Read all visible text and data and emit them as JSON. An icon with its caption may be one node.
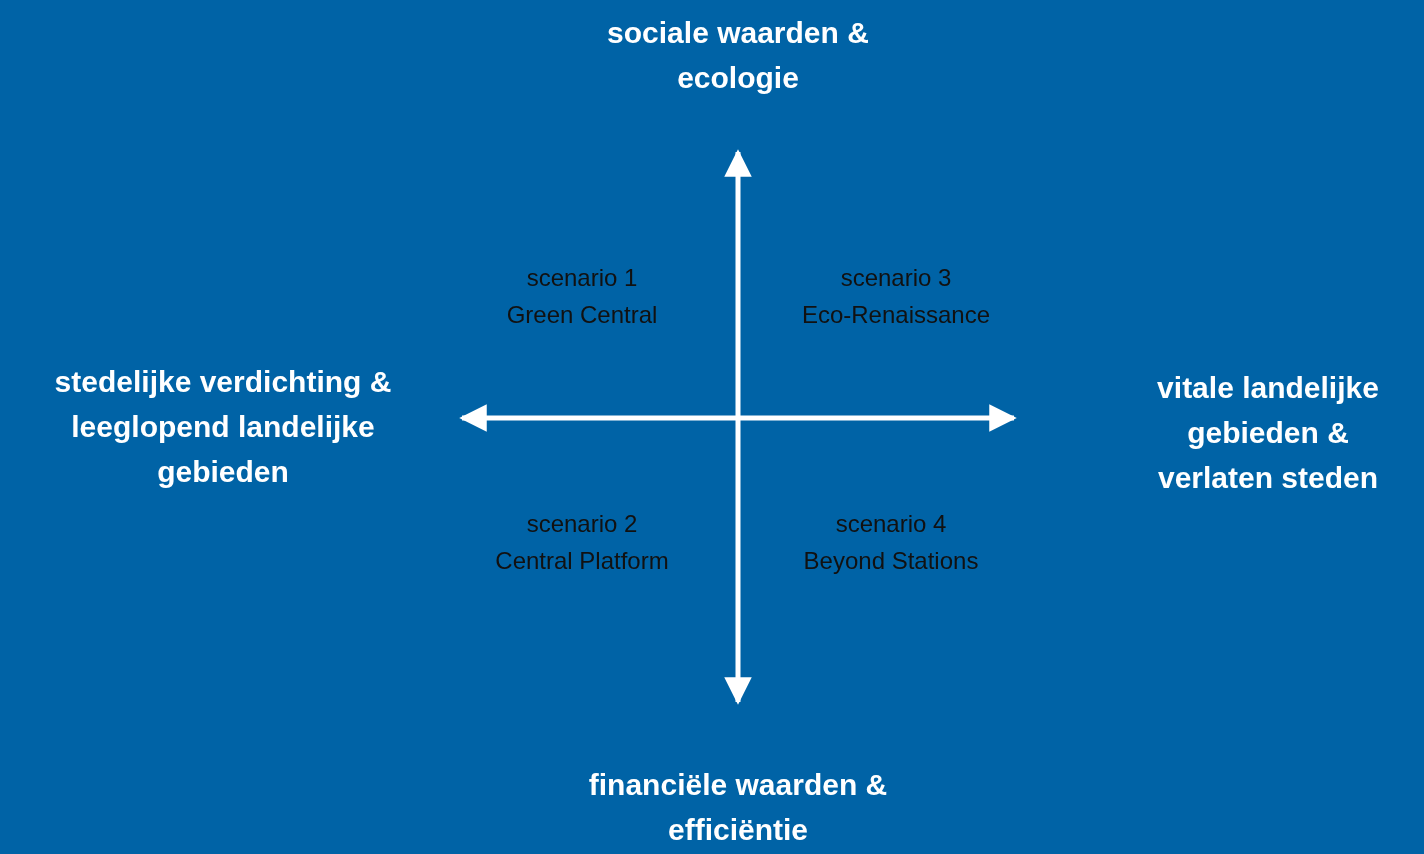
{
  "diagram": {
    "labels": [
      "sociale waarden & ecologie",
      "scenario 1",
      "Green Central",
      "scenario 3",
      "Eco-Renaissance",
      "stedelijke verdichting & leeglopend landelijke gebieden",
      "vitale landelijke gebieden & verlaten steden",
      "scenario 2",
      "Central Platform",
      "scenario 4",
      "Beyond Stations",
      "financiële waarden & efficiëntie"
    ]
  }
}
